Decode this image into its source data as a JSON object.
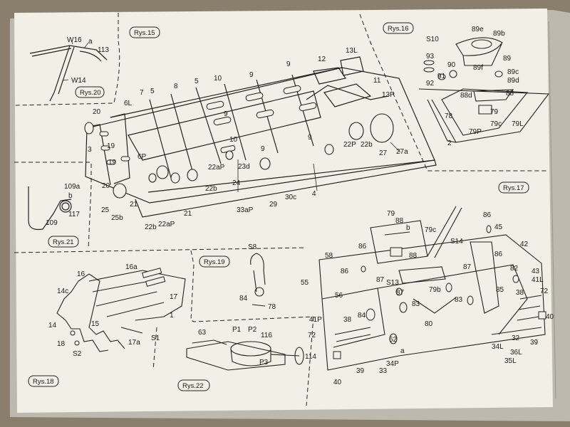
{
  "figures": {
    "rys15": "Rys.15",
    "rys16": "Rys.16",
    "rys17": "Rys.17",
    "rys18": "Rys.18",
    "rys19": "Rys.19",
    "rys20": "Rys.20",
    "rys21": "Rys.21",
    "rys22": "Rys.22"
  },
  "labels_rys15": [
    "6L",
    "7",
    "8",
    "5",
    "5",
    "10",
    "9",
    "9",
    "12",
    "13L",
    "11",
    "13P",
    "20",
    "19",
    "3",
    "6P",
    "19",
    "20",
    "21",
    "25",
    "25b",
    "22b",
    "22aP",
    "22aP",
    "21",
    "22b",
    "24",
    "23d",
    "9",
    "10",
    "9",
    "9",
    "22P",
    "22b",
    "27",
    "27a",
    "4",
    "30c",
    "29",
    "33aP"
  ],
  "labels_rys16": [
    "S10",
    "89e",
    "89b",
    "89",
    "93",
    "92",
    "90",
    "91",
    "89f",
    "89c",
    "89d",
    "88d",
    "88",
    "78",
    "79",
    "79c",
    "79L",
    "79P",
    "2"
  ],
  "labels_rys17": [
    "79",
    "88",
    "b",
    "79c",
    "86",
    "45",
    "42",
    "58",
    "86",
    "86",
    "88",
    "S14",
    "86",
    "55",
    "87",
    "85",
    "87",
    "83",
    "56",
    "S13",
    "84",
    "82",
    "43",
    "41L",
    "38",
    "72",
    "41P",
    "38",
    "62",
    "80",
    "83",
    "87",
    "40",
    "72",
    "33",
    "34P",
    "39",
    "40",
    "34L",
    "32",
    "36L",
    "35L",
    "39",
    "a",
    "79b"
  ],
  "labels_rys18": [
    "16",
    "16a",
    "14c",
    "17",
    "15",
    "1",
    "17a",
    "S1",
    "14",
    "18",
    "S2"
  ],
  "labels_rys19": [
    "S8",
    "84",
    "78"
  ],
  "labels_rys20": [
    "W16",
    "a",
    "113",
    "W14"
  ],
  "labels_rys21": [
    "109a",
    "b",
    "117",
    "109"
  ],
  "labels_rys22": [
    "63",
    "P1",
    "P2",
    "116",
    "P3",
    "114"
  ]
}
